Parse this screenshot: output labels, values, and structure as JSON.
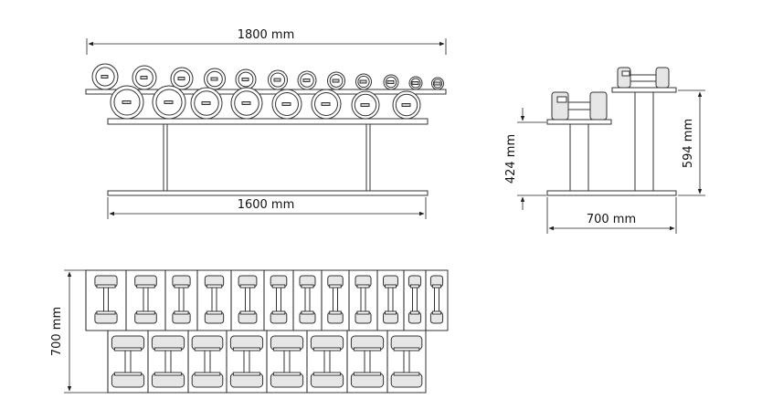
{
  "dimensions": {
    "front_width_top": "1800 mm",
    "front_width_base": "1600 mm",
    "side_depth": "700 mm",
    "side_height_low": "424 mm",
    "side_height_high": "594 mm",
    "top_depth": "700 mm"
  },
  "racks": {
    "upper_tier_count": 12,
    "lower_tier_count": 8
  },
  "colors": {
    "line": "#222222",
    "fill": "#ffffff"
  }
}
